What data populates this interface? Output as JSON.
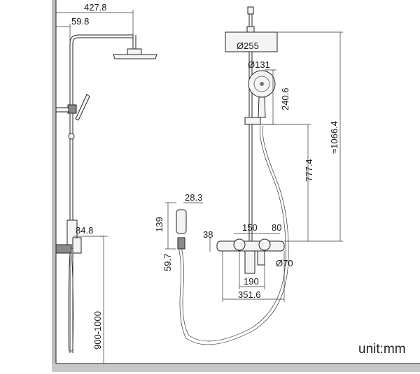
{
  "drawing": {
    "unit_label": "unit:mm",
    "dimensions": {
      "arm_reach": "427.8",
      "column_offset": "59.8",
      "valve_projection": "84.8",
      "install_height": "900-1000",
      "overhead_diameter": "Ø255",
      "handshower_diameter": "Ø131",
      "handshower_length": "240.6",
      "total_height": "≈1066.4",
      "valve_to_holder": "777.4",
      "holder_width": "28.3",
      "holder_height": "139",
      "holder_base": "59.7",
      "valve_height": "38",
      "inlet_spacing": "150",
      "valve_offset": "80",
      "handle_diameter": "Ø70",
      "valve_body": "190",
      "valve_width": "351.6"
    }
  }
}
